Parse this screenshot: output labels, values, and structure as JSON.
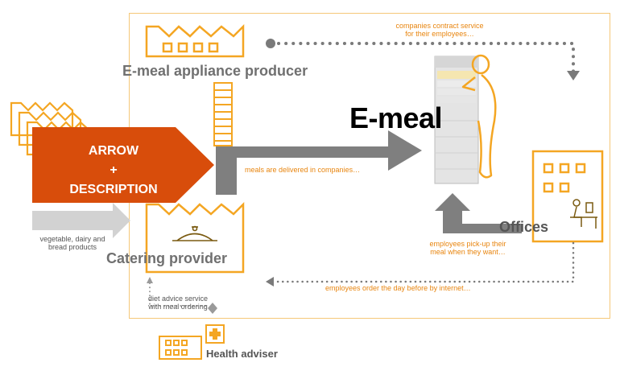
{
  "colors": {
    "accent": "#f4a623",
    "arrow_fill": "#d84d0b",
    "gray_arrow": "#7a7a7a",
    "light_gray_arrow": "#cfcfcf",
    "text_orange": "#e8850f"
  },
  "labels": {
    "emeal_producer": "E-meal appliance producer",
    "emeal": "E-meal",
    "arrow_line1": "ARROW",
    "arrow_line2": "+",
    "arrow_line3": "DESCRIPTION",
    "catering_provider": "Catering provider",
    "offices": "Offices",
    "health_adviser": "Health adviser",
    "companies_contract_1": "companies contract service",
    "companies_contract_2": "for their employees…",
    "meals_delivered": "meals are delivered in companies…",
    "employees_pickup_1": "employees pick-up their",
    "employees_pickup_2": "meal when they want…",
    "employees_order": "employees order the day before by internet…",
    "vegetable_1": "vegetable, dairy and",
    "vegetable_2": "bread products",
    "diet_advice_1": "diet advice service",
    "diet_advice_2": "with meal ordering"
  },
  "icons": {
    "producer_factory": "factory-icon",
    "farm_factories": "farm-buildings-icon",
    "catering_factory": "catering-building-icon",
    "cloche": "food-cloche-icon",
    "emeal_machine": "vending-appliance-icon",
    "person": "person-icon",
    "office_building": "office-building-icon",
    "office_worker": "desk-worker-icon",
    "health_building": "health-building-icon",
    "health_cross": "medical-cross-icon"
  }
}
